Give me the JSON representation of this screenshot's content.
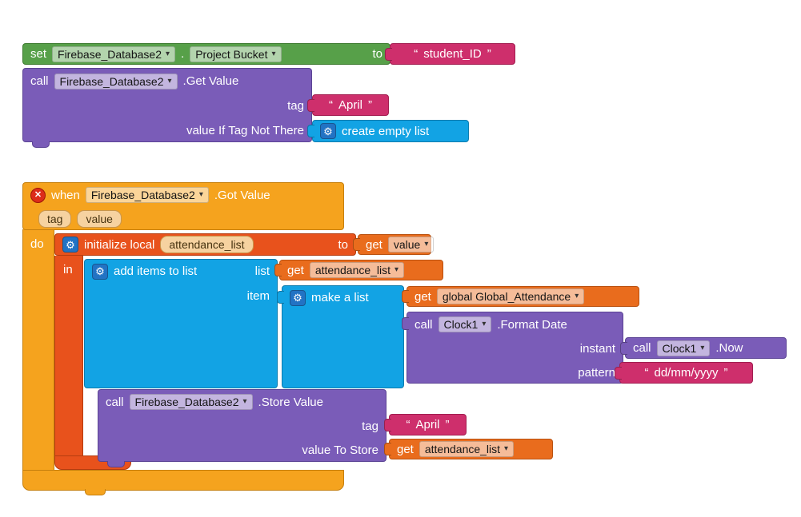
{
  "workspace": {
    "background": "#ffffff"
  },
  "colors": {
    "set_green": "#57a049",
    "method_purple": "#7a5cb8",
    "text_pink": "#ce2f6c",
    "event_orange": "#f5a31e",
    "local_red_orange": "#e8521c",
    "variable_orange": "#e96c1d",
    "list_blue": "#12a3e4",
    "param_chip": "#f6d2a0",
    "gear_blue": "#2273c4",
    "error_red": "#dc2c1a"
  },
  "icons": {
    "dropdown_arrow": "▾",
    "gear": "⚙",
    "error_x": "✕",
    "quote_open": "“",
    "quote_close": "”"
  },
  "set_block": {
    "set": "set",
    "component": "Firebase_Database2",
    "dot": ".",
    "property": "Project Bucket",
    "to": "to"
  },
  "bucket_string": {
    "text": "student_ID"
  },
  "get_value_block": {
    "call": "call",
    "component": "Firebase_Database2",
    "method": ".Get Value",
    "tag_label": "tag",
    "not_there_label": "value If Tag Not There"
  },
  "april_string": {
    "text": "April"
  },
  "create_empty_list_block": {
    "label": "create empty list"
  },
  "when_block": {
    "when": "when",
    "component": "Firebase_Database2",
    "event": ".Got Value",
    "param_tag": "tag",
    "param_value": "value",
    "do": "do"
  },
  "init_local_block": {
    "label": "initialize local",
    "name": "attendance_list",
    "to": "to",
    "in": "in"
  },
  "get_value_var": {
    "get": "get",
    "var": "value"
  },
  "add_items_block": {
    "label": "add items to list",
    "list_label": "list",
    "item_label": "item"
  },
  "get_attendance_1": {
    "get": "get",
    "var": "attendance_list"
  },
  "make_list_block": {
    "label": "make a list"
  },
  "get_global_attendance": {
    "get": "get",
    "var": "global Global_Attendance"
  },
  "format_date_block": {
    "call": "call",
    "component": "Clock1",
    "method": ".Format Date",
    "instant_label": "instant",
    "pattern_label": "pattern"
  },
  "now_block": {
    "call": "call",
    "component": "Clock1",
    "method": ".Now"
  },
  "pattern_string": {
    "text": "dd/mm/yyyy"
  },
  "store_block": {
    "call": "call",
    "component": "Firebase_Database2",
    "method": ".Store Value",
    "tag_label": "tag",
    "value_label": "value To Store"
  },
  "store_april_string": {
    "text": "April"
  },
  "get_attendance_2": {
    "get": "get",
    "var": "attendance_list"
  }
}
